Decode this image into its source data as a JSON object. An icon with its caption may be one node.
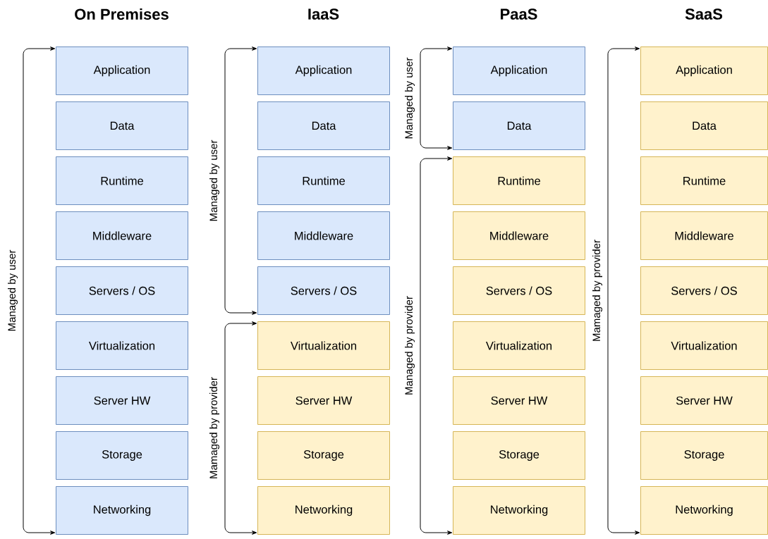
{
  "diagram": {
    "nodes": [
      {
        "text": [
          "Application"
        ]
      },
      {
        "text": [
          "Data"
        ]
      },
      {
        "text": [
          "Runtime"
        ]
      },
      {
        "text": [
          "Middleware"
        ]
      },
      {
        "text": [
          "Servers / OS"
        ]
      },
      {
        "text": [
          "Virtualization"
        ]
      },
      {
        "text": [
          "Server HW"
        ]
      },
      {
        "text": [
          "Storage"
        ]
      },
      {
        "text": [
          "Networking"
        ]
      },
      {
        "text": [
          "Application"
        ]
      },
      {
        "text": [
          "Data"
        ]
      },
      {
        "text": [
          "Runtime"
        ]
      },
      {
        "text": [
          "Middleware"
        ]
      },
      {
        "text": [
          "Servers / OS"
        ]
      },
      {
        "text": [
          "Virtualization"
        ]
      },
      {
        "text": [
          "Server HW"
        ]
      },
      {
        "text": [
          "Storage"
        ]
      },
      {
        "text": [
          "Networking"
        ]
      },
      {
        "text": [
          "Application"
        ]
      },
      {
        "text": [
          "Data"
        ]
      },
      {
        "text": [
          "Runtime"
        ]
      },
      {
        "text": [
          "Middleware"
        ]
      },
      {
        "text": [
          "Servers / OS"
        ]
      },
      {
        "text": [
          "Virtualization"
        ]
      },
      {
        "text": [
          "Server HW"
        ]
      },
      {
        "text": [
          "Storage"
        ]
      },
      {
        "text": [
          "Networking"
        ]
      },
      {
        "text": [
          "Application"
        ]
      },
      {
        "text": [
          "Data"
        ]
      },
      {
        "text": [
          "Runtime"
        ]
      },
      {
        "text": [
          "Middleware"
        ]
      },
      {
        "text": [
          "Servers / OS"
        ]
      },
      {
        "text": [
          "Virtualization"
        ]
      },
      {
        "text": [
          "Server HW"
        ]
      },
      {
        "text": [
          "Storage"
        ]
      },
      {
        "text": [
          "Networking"
        ]
      }
    ],
    "edges": [
      {
        "from": 0,
        "to": 8,
        "arrow": "both",
        "label": "Managed by user"
      },
      {
        "from": 9,
        "to": 13,
        "arrow": "both",
        "label": "Managed by user"
      },
      {
        "from": 14,
        "to": 17,
        "arrow": "both",
        "label": "Mamaged by provider"
      },
      {
        "from": 18,
        "to": 19,
        "arrow": "both",
        "label": "Managed by user"
      },
      {
        "from": 20,
        "to": 26,
        "arrow": "both",
        "label": "Managed by provider"
      },
      {
        "from": 27,
        "to": 35,
        "arrow": "both",
        "label": "Mamaged by provider"
      }
    ],
    "labels": [
      "On Premises",
      "IaaS",
      "PaaS",
      "SaaS"
    ]
  }
}
